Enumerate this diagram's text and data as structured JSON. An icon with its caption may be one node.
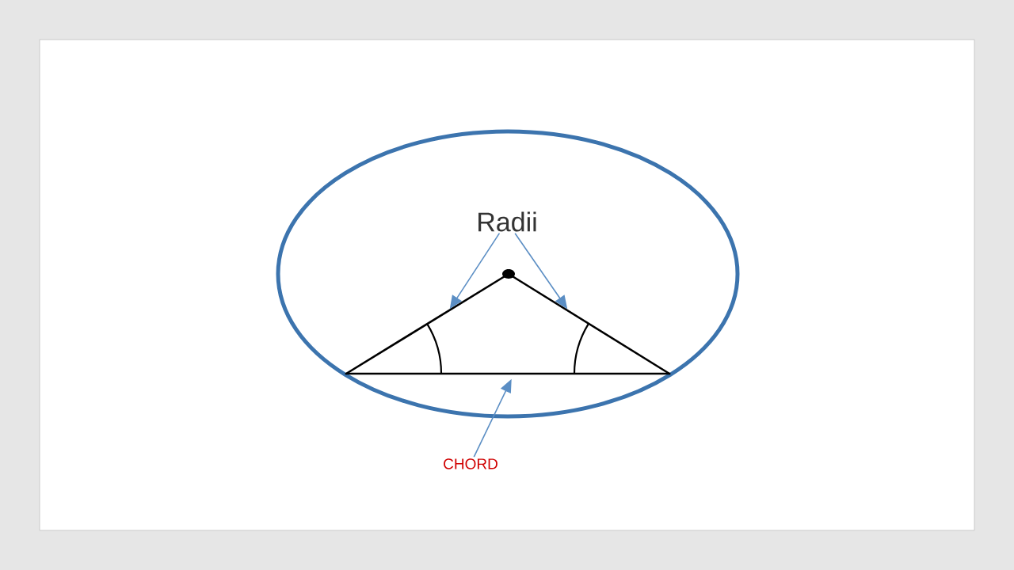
{
  "diagram": {
    "nodes": [
      {
        "text": [
          "Radii"
        ]
      },
      {
        "text": [],
        "shape": "line"
      },
      {
        "text": [],
        "shape": "line"
      },
      {
        "text": [],
        "shape": "line"
      },
      {
        "text": [
          "CHORD"
        ]
      }
    ],
    "edges": [
      {
        "from": 0,
        "to": 1,
        "arrow": "to"
      },
      {
        "from": 0,
        "to": 2,
        "arrow": "to"
      },
      {
        "from": 4,
        "to": 3,
        "arrow": "to"
      }
    ]
  }
}
